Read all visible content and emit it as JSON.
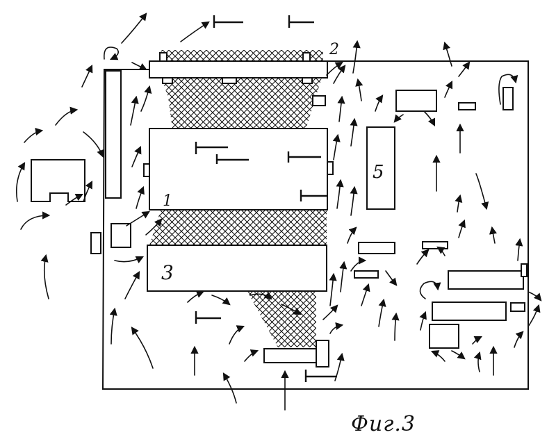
{
  "figure": {
    "caption": "Фиг.3",
    "labels": {
      "component_1": "1",
      "component_2": "2",
      "component_3": "3",
      "component_5": "5"
    }
  },
  "colors": {
    "ink": "#111111",
    "paper": "#ffffff"
  }
}
